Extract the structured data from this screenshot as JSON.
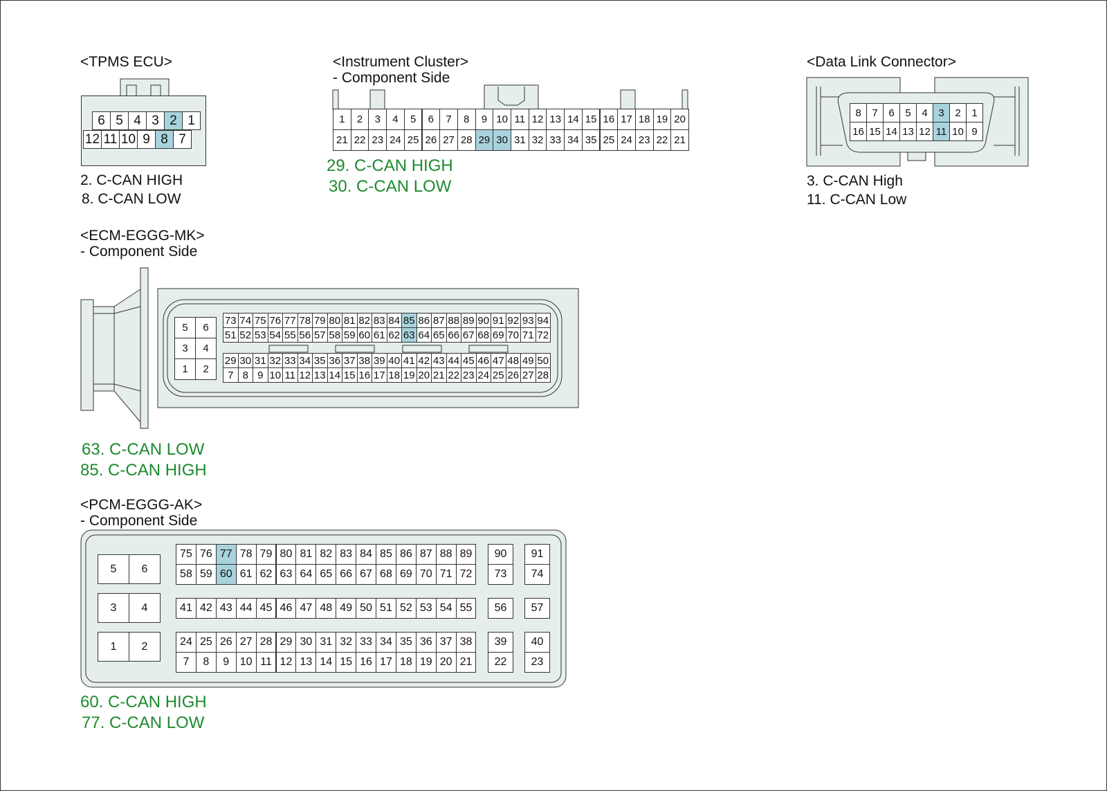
{
  "tpms": {
    "title": "<TPMS ECU>",
    "rows": [
      [
        6,
        5,
        4,
        3,
        2,
        1
      ],
      [
        12,
        11,
        10,
        9,
        8,
        7
      ]
    ],
    "highlight": [
      2,
      8
    ],
    "notes": [
      "2. C-CAN HIGH",
      "8. C-CAN LOW"
    ]
  },
  "cluster": {
    "title": "<Instrument Cluster>",
    "subtitle": "- Component Side",
    "rows": [
      [
        1,
        2,
        3,
        4,
        5,
        6,
        7,
        8,
        9,
        10,
        11,
        12,
        13,
        14,
        15,
        16,
        17,
        18,
        19,
        20
      ],
      [
        21,
        22,
        23,
        24,
        25,
        26,
        27,
        28,
        29,
        30,
        31,
        32,
        33,
        34,
        35,
        25,
        24,
        23,
        22,
        21
      ]
    ],
    "highlight": [
      29,
      30
    ],
    "notes": [
      "29. C-CAN HIGH",
      "30. C-CAN LOW"
    ]
  },
  "dlc": {
    "title": "<Data Link Connector>",
    "rows": [
      [
        8,
        7,
        6,
        5,
        4,
        3,
        2,
        1
      ],
      [
        16,
        15,
        14,
        13,
        12,
        11,
        10,
        9
      ]
    ],
    "highlight": [
      3,
      11
    ],
    "notes": [
      "3. C-CAN High",
      "11. C-CAN Low"
    ]
  },
  "ecm": {
    "title": "<ECM-EGGG-MK>",
    "subtitle": "- Component Side",
    "left": [
      [
        5,
        6
      ],
      [
        3,
        4
      ],
      [
        1,
        2
      ]
    ],
    "rows": [
      [
        73,
        74,
        75,
        76,
        77,
        78,
        79,
        80,
        81,
        82,
        83,
        84,
        85,
        86,
        87,
        88,
        89,
        90,
        91,
        92,
        93,
        94
      ],
      [
        51,
        52,
        53,
        54,
        55,
        56,
        57,
        58,
        59,
        60,
        61,
        62,
        63,
        64,
        65,
        66,
        67,
        68,
        69,
        70,
        71,
        72
      ],
      [
        29,
        30,
        31,
        32,
        33,
        34,
        35,
        36,
        37,
        38,
        39,
        40,
        41,
        42,
        43,
        44,
        45,
        46,
        47,
        48,
        49,
        50
      ],
      [
        7,
        8,
        9,
        10,
        11,
        12,
        13,
        14,
        15,
        16,
        17,
        18,
        19,
        20,
        21,
        22,
        23,
        24,
        25,
        26,
        27,
        28
      ]
    ],
    "highlight": [
      85,
      63
    ],
    "notes": [
      "63. C-CAN LOW",
      "85. C-CAN HIGH"
    ]
  },
  "pcm": {
    "title": "<PCM-EGGG-AK>",
    "subtitle": "- Component Side",
    "left": [
      [
        5,
        6
      ],
      [
        3,
        4
      ],
      [
        1,
        2
      ]
    ],
    "rows": [
      [
        75,
        76,
        77,
        78,
        79,
        80,
        81,
        82,
        83,
        84,
        85,
        86,
        87,
        88,
        89
      ],
      [
        58,
        59,
        60,
        61,
        62,
        63,
        64,
        65,
        66,
        67,
        68,
        69,
        70,
        71,
        72
      ],
      [
        41,
        42,
        43,
        44,
        45,
        46,
        47,
        48,
        49,
        50,
        51,
        52,
        53,
        54,
        55
      ],
      [
        24,
        25,
        26,
        27,
        28,
        29,
        30,
        31,
        32,
        33,
        34,
        35,
        36,
        37,
        38
      ],
      [
        7,
        8,
        9,
        10,
        11,
        12,
        13,
        14,
        15,
        16,
        17,
        18,
        19,
        20,
        21
      ]
    ],
    "col2": [
      90,
      73,
      56,
      39,
      22
    ],
    "col3": [
      91,
      74,
      57,
      40,
      23
    ],
    "highlight": [
      77,
      60
    ],
    "notes": [
      "60. C-CAN HIGH",
      "77. C-CAN LOW"
    ]
  }
}
